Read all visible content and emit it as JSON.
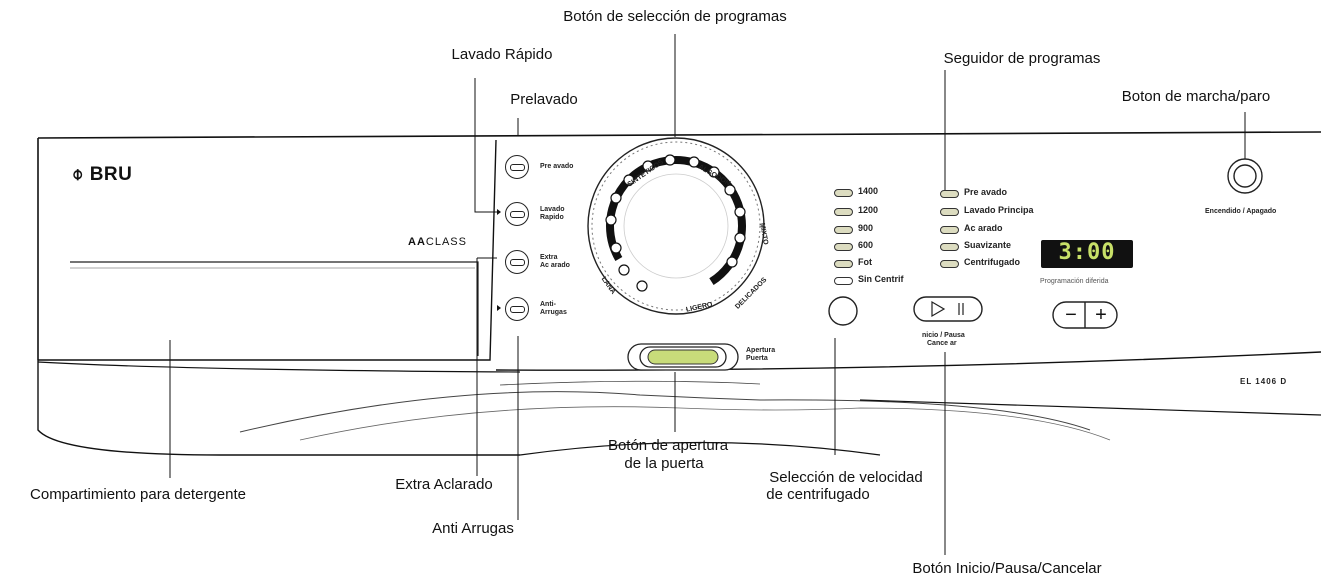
{
  "callouts": {
    "program_selector": "Botón de selección de programas",
    "quick_wash": "Lavado Rápido",
    "prewash": "Prelavado",
    "program_tracker": "Seguidor de programas",
    "on_off": "Boton de marcha/paro",
    "detergent": "Compartimiento para detergente",
    "extra_rinse": "Extra Aclarado",
    "anti_wrinkle": "Anti Arrugas",
    "door_line1": "Botón de apertura",
    "door_line2": "de la puerta",
    "spin_line1": "Selección de velocidad",
    "spin_line2": "de centrifugado",
    "start_pause": "Botón Inicio/Pausa/Cancelar"
  },
  "panel": {
    "brand": "BRU",
    "energy_class": "AA",
    "energy_class_suffix": "CLASS",
    "model": "EL 1406 D",
    "power_label": "Encendido / Apagado",
    "option_buttons": [
      {
        "line1": "Pre avado",
        "line2": ""
      },
      {
        "line1": "Lavado",
        "line2": "Rapido"
      },
      {
        "line1": "Extra",
        "line2": "Ac arado"
      },
      {
        "line1": "Anti-",
        "line2": "Arrugas"
      }
    ],
    "spin_speeds": [
      "1400",
      "1200",
      "900",
      "600",
      "Fot",
      "Sin Centrif"
    ],
    "program_stages": [
      "Pre avado",
      "Lavado Principa",
      "Ac arado",
      "Suavizante",
      "Centrifugado"
    ],
    "display_value": "3:00",
    "delay_label": "Programación diferida",
    "minus": "−",
    "plus": "+",
    "start_label_line1": "nicio / Pausa",
    "start_label_line2": "Cance ar",
    "door_label_line1": "Apertura",
    "door_label_line2": "Puerta",
    "dial_labels": [
      "SINTETICOS",
      "ALGODON",
      "LANA",
      "DELICADOS",
      "MIXTO",
      "LIGERO"
    ]
  },
  "colors": {
    "led_on": "#dcdcc0",
    "door_button": "#c8dc7a",
    "display_bg": "#111111",
    "display_fg": "#c8e068"
  }
}
